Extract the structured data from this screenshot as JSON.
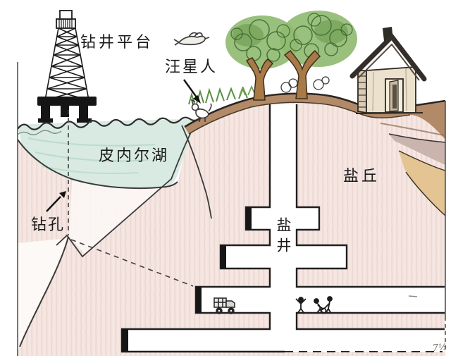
{
  "figure": {
    "labels": {
      "drilling_platform": "钻井平台",
      "alien_dog": "汪星人",
      "lake": "皮内尔湖",
      "borehole": "钻孔",
      "salt_dome": "盐丘",
      "salt_mine_shaft": "盐井"
    },
    "artist_mark": "7½",
    "colors": {
      "paper": "#ffffff",
      "lake_water": "#d8eae1",
      "salt_rock": "#f5e6e2",
      "topsoil": "#b28a68",
      "tan_stratum": "#e5c494",
      "mauve_stratum": "#c9b5ae",
      "tree_foliage": "#8eb96f",
      "tree_trunk": "#a87a48",
      "ink": "#2b2b2b"
    },
    "scene_objects": [
      "drilling derrick",
      "flying bird",
      "dog on shore",
      "lake cross-section",
      "borehole dashed line",
      "collapse path dashed line",
      "salt dome",
      "mine shaft with side galleries",
      "mine truck",
      "three miners",
      "two trees",
      "wooden house",
      "rock strata"
    ]
  }
}
